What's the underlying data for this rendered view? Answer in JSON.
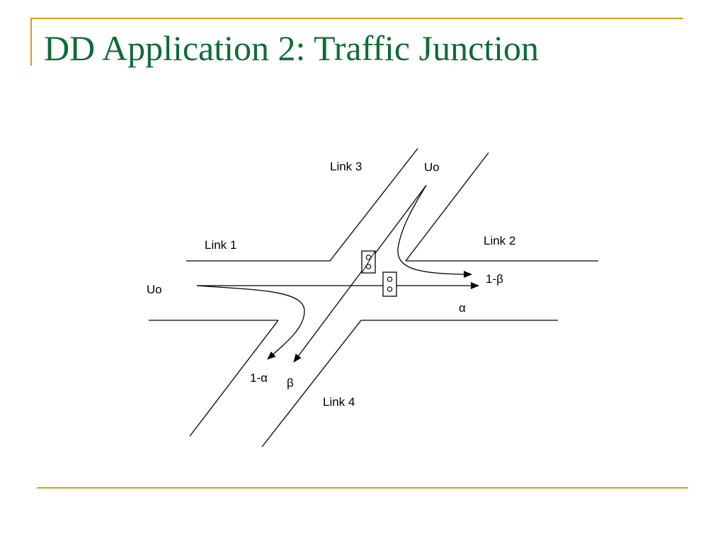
{
  "slide": {
    "title": "DD Application 2: Traffic Junction"
  },
  "diagram": {
    "links": {
      "link1": "Link 1",
      "link2": "Link 2",
      "link3": "Link 3",
      "link4": "Link 4"
    },
    "flows": {
      "inflow_left": "Uo",
      "inflow_top": "Uo",
      "out_one_minus_beta": "1-β",
      "out_alpha": "α",
      "out_one_minus_alpha": "1-α",
      "out_beta": "β"
    }
  },
  "colors": {
    "title": "#0f6b34",
    "rule": "#d4a017",
    "ink": "#000000"
  }
}
